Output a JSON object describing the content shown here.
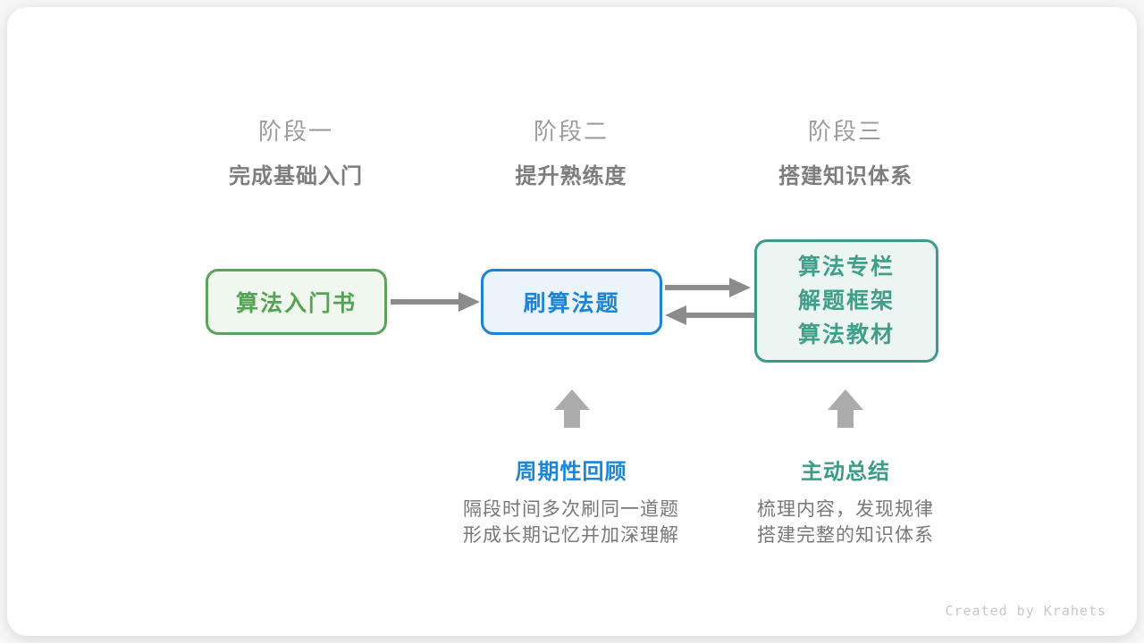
{
  "stages": [
    {
      "label": "阶段一",
      "subtitle": "完成基础入门"
    },
    {
      "label": "阶段二",
      "subtitle": "提升熟练度"
    },
    {
      "label": "阶段三",
      "subtitle": "搭建知识体系"
    }
  ],
  "boxes": [
    {
      "text": "算法入门书",
      "accent": "#5ca15c",
      "fill": "#f0f7ee"
    },
    {
      "text": "刷算法题",
      "accent": "#1c82d2",
      "fill": "#ecf4fb"
    },
    {
      "lines": [
        "算法专栏",
        "解题框架",
        "算法教材"
      ],
      "accent": "#3a9c87",
      "fill": "#edf5f2"
    }
  ],
  "notes": [
    {
      "title": "周期性回顾",
      "accent": "#1b85d8",
      "lines": [
        "隔段时间多次刷同一道题",
        "形成长期记忆并加深理解"
      ]
    },
    {
      "title": "主动总结",
      "accent": "#3a9c87",
      "lines": [
        "梳理内容，发现规律",
        "搭建完整的知识体系"
      ]
    }
  ],
  "icons": {
    "flow_forward_1": "arrow-right",
    "flow_forward_2": "arrow-right",
    "flow_backward": "arrow-left",
    "note_pointer_1": "arrow-up",
    "note_pointer_2": "arrow-up"
  },
  "colors": {
    "green": "#5ca15c",
    "blue": "#1c82d2",
    "teal": "#3a9c87",
    "line_arrow_gray": "#8c8c8c",
    "block_arrow_gray": "#ababab",
    "stage_label_gray": "#9c9c9c",
    "stage_subtitle_gray": "#7d7d7d",
    "description_gray": "#787878",
    "credit_gray": "#c8c8c8",
    "card_background": "#ffffff"
  },
  "credit": "Created by Krahets"
}
